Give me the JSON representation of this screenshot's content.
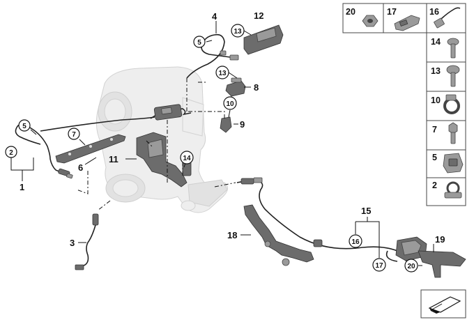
{
  "callouts": {
    "c1": "1",
    "c2": "2",
    "c3": "3",
    "c4": "4",
    "c5a": "5",
    "c5b": "5",
    "c6": "6",
    "c7": "7",
    "c8": "8",
    "c9": "9",
    "c10": "10",
    "c11": "11",
    "c12": "12",
    "c13a": "13",
    "c13b": "13",
    "c14": "14",
    "c15": "15",
    "c16": "16",
    "c17": "17",
    "c18": "18",
    "c19": "19",
    "c20": "20"
  },
  "parts_table": {
    "top_row": [
      "20",
      "17",
      "16"
    ],
    "column": [
      "14",
      "13",
      "10",
      "7",
      "5",
      "2"
    ]
  }
}
